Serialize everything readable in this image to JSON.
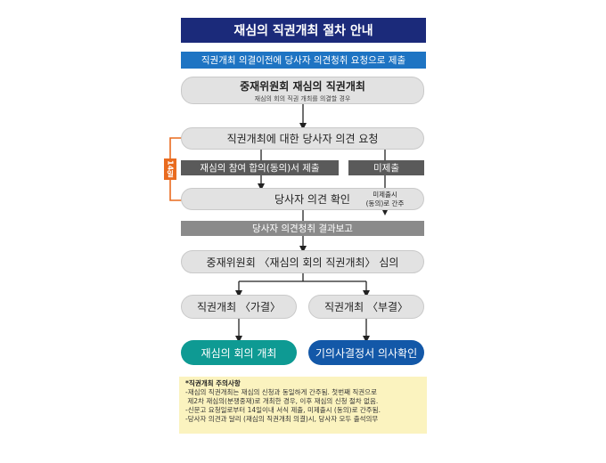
{
  "title": "재심의 직권개최 절차 안내",
  "subtitle": "직권개최 의결이전에 당사자 의견청취 요청으로 제출",
  "steps": {
    "s1_title": "중재위원회 재심의 직권개최",
    "s1_sub": "재심의 회의 직권 개최를 의결할 경우",
    "s2": "직권개최에 대한 당사자 의견 요청",
    "submit_left": "재심의 참여 합의(동의)서 제출",
    "submit_right": "미제출",
    "s3": "당사자 의견 확인",
    "s3_note_line1": "미제출시",
    "s3_note_line2": "(동의)로 간주",
    "report": "당사자 의견청취 결과보고",
    "s4": "중재위원회 〈재심의 회의 직권개최〉 심의",
    "branch_left": "직권개최 〈가결〉",
    "branch_right": "직권개최 〈부결〉",
    "final_left": "재심의 회의 개최",
    "final_right": "기의사결정서 의사확인",
    "deadline_label": "14일"
  },
  "notes": {
    "title": "*직권개최 주의사항",
    "lines": [
      "-재심의 직권개최는 재심의 신청과 동일하게 간주됨. 첫번째 직권으로",
      " 제2차 재심의(분쟁중재)로 개최한 경우, 이후 재심의 신청 절차 없음.",
      "-신문고 요청일로부터 14일이내 서식 제출, 미제출시 (동의)로 간주됨.",
      "-당사자 의견과 달리 (재심의 직권개최 의결)시, 당사자 모두 출석의무"
    ]
  },
  "colors": {
    "title_bg": "#1b2a7a",
    "subtitle_bg": "#1e74c3",
    "pill_bg": "#e2e2e2",
    "bar_dark": "#5a5a5a",
    "bar_light": "#8a8a8a",
    "final_left_bg": "#0e9a93",
    "final_right_bg": "#1358a8",
    "orange": "#e96b1f",
    "notes_bg": "#fbf3bf"
  }
}
